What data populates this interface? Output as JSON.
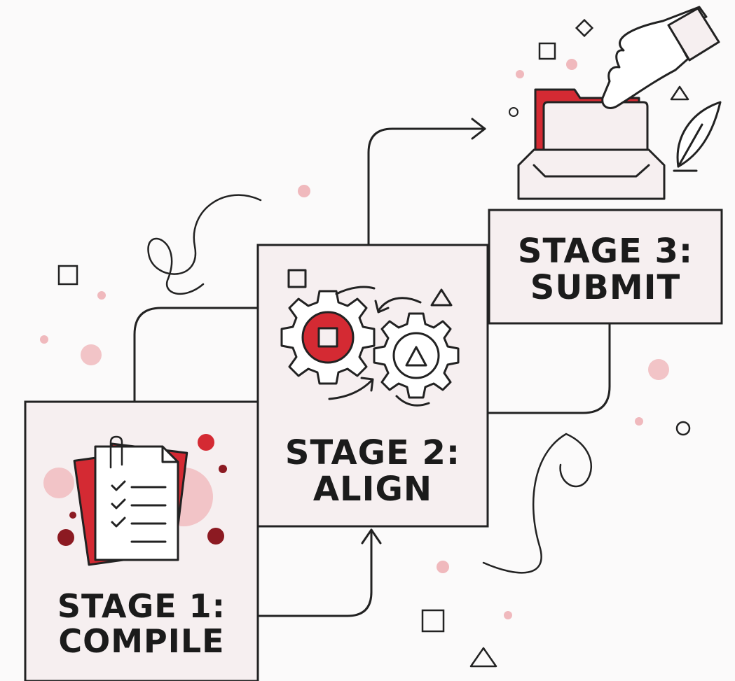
{
  "stages": [
    {
      "number_text": "STAGE 1:",
      "name": "COMPILE",
      "icon": "checklist-documents-icon"
    },
    {
      "number_text": "STAGE 2:",
      "name": "ALIGN",
      "icon": "gears-icon"
    },
    {
      "number_text": "STAGE 3:",
      "name": "SUBMIT",
      "icon": "file-tray-submit-icon"
    }
  ],
  "colors": {
    "accent": "#d42a33",
    "accent_light": "#f3c6c9",
    "panel": "#f6eff0",
    "ink": "#1b1b1b",
    "background": "#fbfafa"
  }
}
